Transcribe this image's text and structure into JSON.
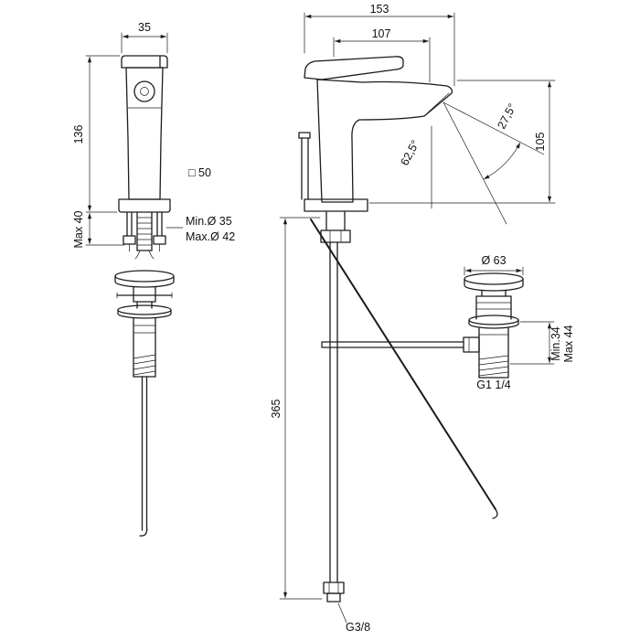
{
  "front_view": {
    "top_width": "35",
    "height": "136",
    "base_square": "□ 50",
    "max_mount_thickness": "Max 40",
    "hole_min_diameter": "Min.Ø 35",
    "hole_max_diameter": "Max.Ø 42"
  },
  "side_view": {
    "overall_depth": "153",
    "spout_reach": "107",
    "upper_angle": "27,5°",
    "spray_angle": "62,5°",
    "spout_height": "105",
    "hose_length": "365",
    "supply_thread": "G3/8"
  },
  "waste_detail": {
    "flange_diameter": "Ø 63",
    "min_thickness": "Min.34",
    "max_thickness": "Max 44",
    "waste_thread": "G1 1/4"
  }
}
